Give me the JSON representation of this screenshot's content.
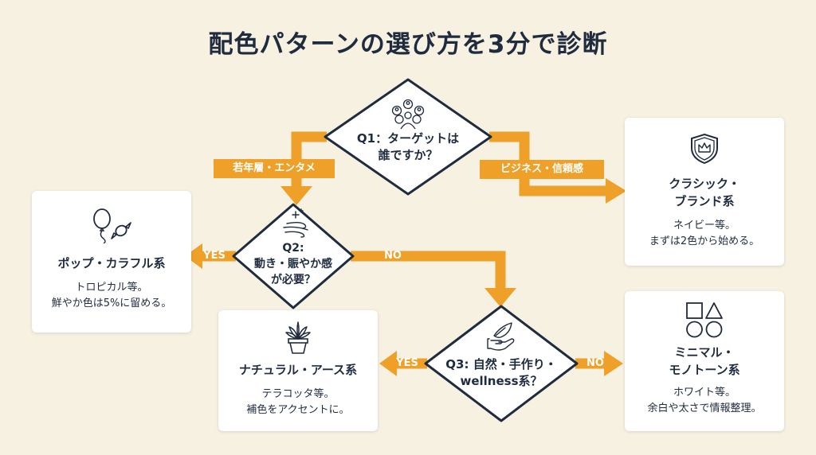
{
  "title": "配色パターンの選び方を3分で診断",
  "colors": {
    "accent": "#eea028",
    "navy": "#1f2b3e",
    "background": "#f7f1e1",
    "card": "#ffffff"
  },
  "questions": {
    "q1": {
      "line1": "Q1：ターゲットは",
      "line2": "誰ですか？",
      "icon": "people-group-icon"
    },
    "q2": {
      "line1": "Q2:",
      "line2": "動き・賑やか感",
      "line3": "が必要？",
      "icon": "sparkle-wind-icon"
    },
    "q3": {
      "line1": "Q3: 自然・手作り・",
      "line2": "wellness系？",
      "icon": "hand-leaf-icon"
    }
  },
  "branches": {
    "q1_left": "若年層・エンタメ",
    "q1_right": "ビジネス・信頼感",
    "q2_yes": "YES",
    "q2_no": "NO",
    "q3_yes": "YES",
    "q3_no": "NO"
  },
  "results": {
    "classic": {
      "title1": "クラシック・",
      "title2": "ブランド系",
      "desc1": "ネイビー等。",
      "desc2": "まずは2色から始める。",
      "icon": "crown-shield-icon"
    },
    "pop": {
      "title": "ポップ・カラフル系",
      "desc1": "トロピカル等。",
      "desc2": "鮮やか色は5%に留める。",
      "icon": "balloon-candy-icon"
    },
    "natural": {
      "title": "ナチュラル・アース系",
      "desc1": "テラコッタ等。",
      "desc2": "補色をアクセントに。",
      "icon": "potted-plant-icon"
    },
    "minimal": {
      "title1": "ミニマル・",
      "title2": "モノトーン系",
      "desc1": "ホワイト等。",
      "desc2": "余白や太さで情報整理。",
      "icon": "shapes-icon"
    }
  }
}
